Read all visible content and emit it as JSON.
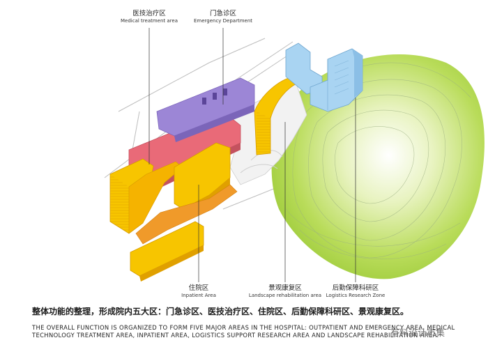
{
  "labels": {
    "medical": {
      "zh": "医技治疗区",
      "en": "Medical treatment area"
    },
    "emergency": {
      "zh": "门急诊区",
      "en": "Emergency Department"
    },
    "inpatient": {
      "zh": "住院区",
      "en": "Inpatient Area"
    },
    "landscape": {
      "zh": "景观康复区",
      "en": "Landscape rehabilitation area"
    },
    "logistics": {
      "zh": "后勤保障科研区",
      "en": "Logistics Research Zone"
    }
  },
  "caption": {
    "zh": "整体功能的整理，形成院内五大区：门急诊区、医技治疗区、住院区、后勤保障科研区、景观康复区。",
    "en": "THE OVERALL FUNCTION IS ORGANIZED TO FORM FIVE MAJOR AREAS IN THE HOSPITAL: OUTPATIENT AND EMERGENCY AREA, MEDICAL TECHNOLOGY TREATMENT AREA, INPATIENT AREA, LOGISTICS SUPPORT RESEARCH AREA AND LANDSCAPE REHABILITATION AREA."
  },
  "watermark": "有料设计市集",
  "colors": {
    "inpatient": "#f7c500",
    "medical": "#e96a78",
    "emergency": "#9c86d6",
    "logistics": "#a9d4f2",
    "landscape": "#c9e27a"
  }
}
